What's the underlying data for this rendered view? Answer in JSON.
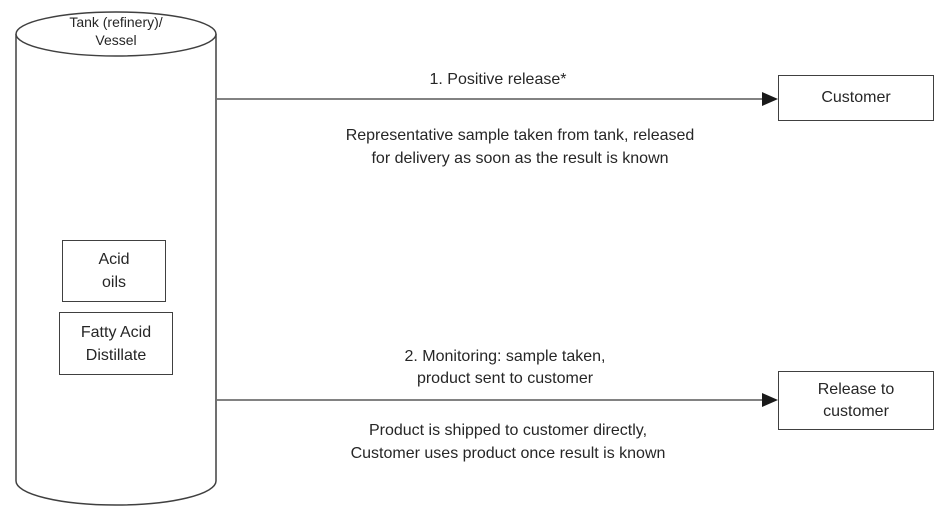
{
  "diagram": {
    "tank": {
      "label": [
        "Tank (refinery)/",
        "Vessel"
      ],
      "contents": [
        {
          "label": [
            "Acid",
            "oils"
          ]
        },
        {
          "label": [
            "Fatty Acid",
            "Distillate"
          ]
        }
      ]
    },
    "flows": [
      {
        "step_label": [
          "1. Positive release*"
        ],
        "note": [
          "Representative sample taken from tank, released",
          "for delivery as soon as the result is known"
        ],
        "target_label": [
          "Customer"
        ]
      },
      {
        "step_label": [
          "2. Monitoring: sample taken,",
          "product sent to customer"
        ],
        "note": [
          "Product is shipped to customer directly,",
          "Customer uses product once result is known"
        ],
        "target_label": [
          "Release to",
          "customer"
        ]
      }
    ]
  },
  "colors": {
    "outline": "#404040",
    "arrow_line": "#595959",
    "arrowhead": "#1a1a1a",
    "text": "#262626",
    "background": "#ffffff"
  }
}
